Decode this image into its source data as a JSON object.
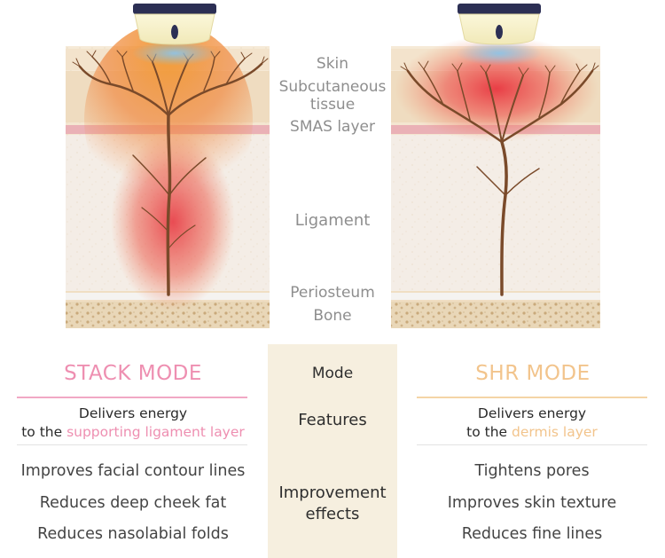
{
  "layers": {
    "skin": "Skin",
    "subcutaneous_line1": "Subcutaneous",
    "subcutaneous_line2": "tissue",
    "smas": "SMAS layer",
    "ligament": "Ligament",
    "periosteum": "Periosteum",
    "bone": "Bone"
  },
  "center_labels": {
    "mode": "Mode",
    "features": "Features",
    "effects_line1": "Improvement",
    "effects_line2": "effects"
  },
  "stack": {
    "title": "STACK MODE",
    "feature_line1": "Delivers energy",
    "feature_prefix": "to the ",
    "feature_highlight": "supporting ligament layer",
    "effects": [
      "Improves facial contour lines",
      "Reduces deep cheek fat",
      "Reduces nasolabial folds"
    ]
  },
  "shr": {
    "title": "SHR MODE",
    "feature_line1": "Delivers energy",
    "feature_prefix": "to the ",
    "feature_highlight": "dermis layer",
    "effects": [
      "Tightens pores",
      "Improves skin texture",
      "Reduces fine lines"
    ]
  },
  "colors": {
    "stack_accent": "#ee8fb1",
    "shr_accent": "#f2c48c",
    "center_column_bg": "#f6efdf"
  }
}
